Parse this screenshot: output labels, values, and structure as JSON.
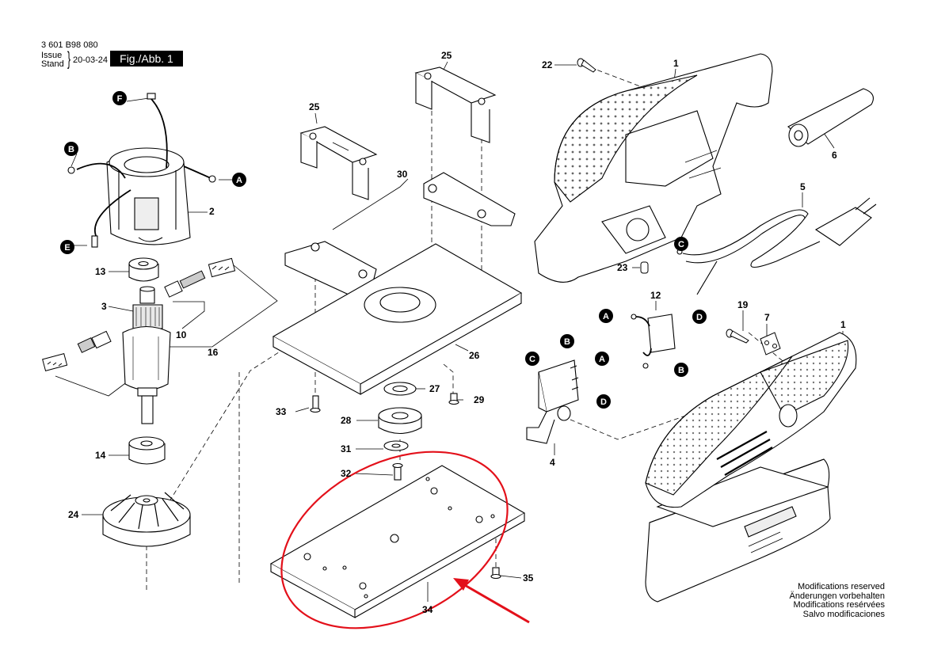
{
  "header": {
    "part_number": "3 601 B98 080",
    "issue_label": "Issue",
    "stand_label": "Stand",
    "brace": "}",
    "date": "20-03-24",
    "figure": "Fig./Abb. 1"
  },
  "modifications": [
    "Modifications reserved",
    "Änderungen vorbehalten",
    "Modifications resérvées",
    "Salvo modificaciones"
  ],
  "callouts": {
    "c1a": "1",
    "c1b": "1",
    "c2": "2",
    "c3": "3",
    "c4": "4",
    "c5": "5",
    "c6": "6",
    "c7": "7",
    "c10": "10",
    "c12": "12",
    "c13": "13",
    "c14": "14",
    "c16": "16",
    "c19": "19",
    "c22": "22",
    "c23": "23",
    "c24": "24",
    "c25a": "25",
    "c25b": "25",
    "c26": "26",
    "c27": "27",
    "c28": "28",
    "c29": "29",
    "c30": "30",
    "c31": "31",
    "c32": "32",
    "c33": "33",
    "c34": "34",
    "c35": "35"
  },
  "connectors": {
    "F": "F",
    "B1": "B",
    "A1": "A",
    "E": "E",
    "C1": "C",
    "D1": "D",
    "A2": "A",
    "B2": "B",
    "B3": "B",
    "C2": "C",
    "A3": "A",
    "D2": "D"
  },
  "colors": {
    "line": "#000000",
    "highlight": "#e3101a",
    "part_fill": "#ffffff",
    "dot": "#555555"
  }
}
